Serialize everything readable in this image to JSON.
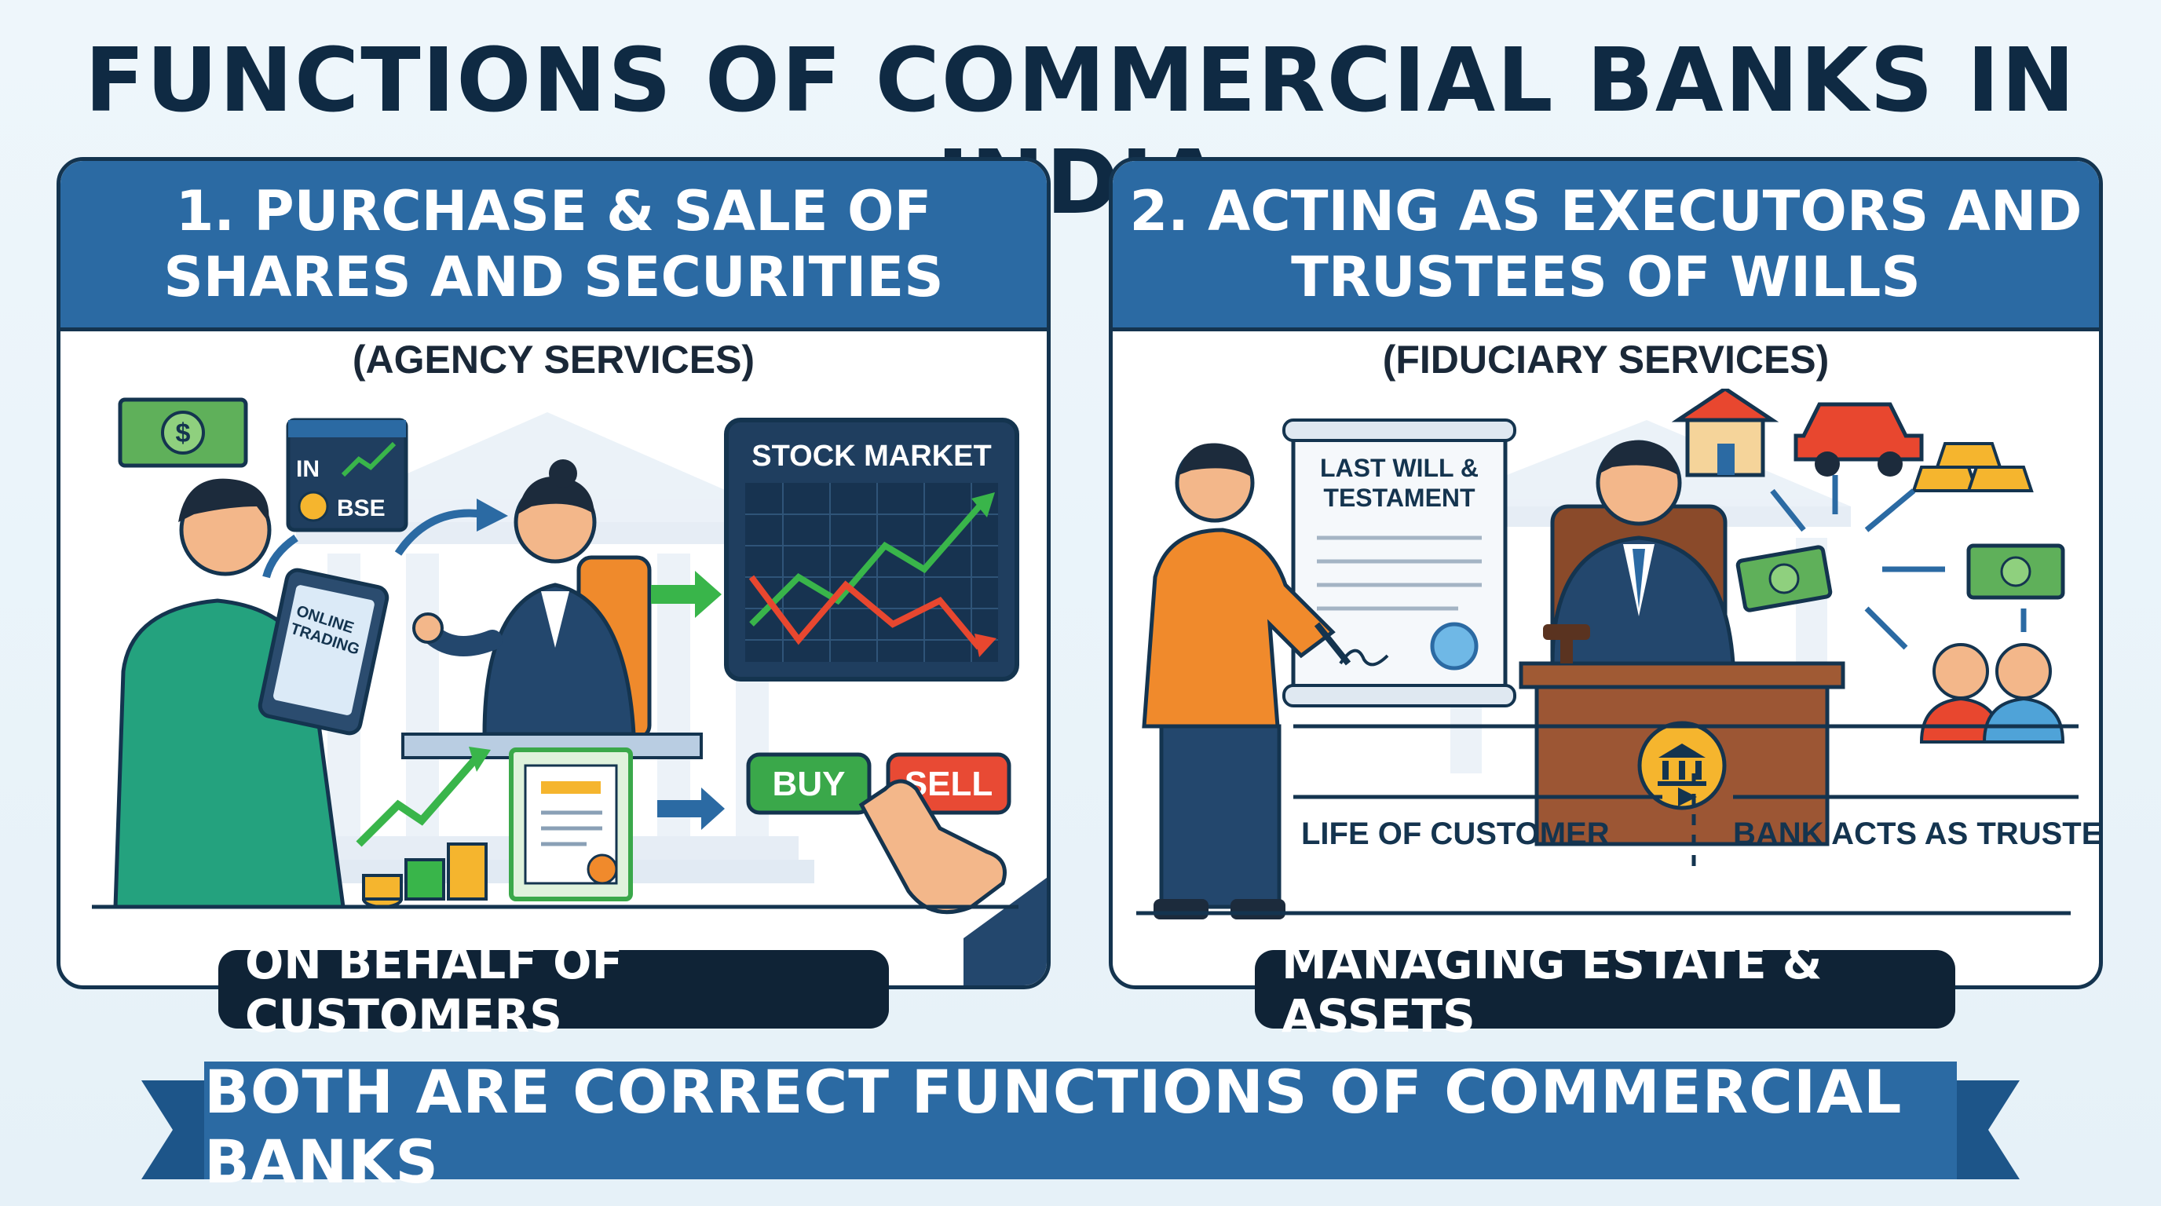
{
  "title": "FUNCTIONS OF COMMERCIAL BANKS IN INDIA",
  "left_panel": {
    "header_line1": "1. PURCHASE & SALE OF",
    "header_line2": "SHARES AND SECURITIES",
    "subtitle": "(AGENCY SERVICES)",
    "tablet_text1": "ONLINE",
    "tablet_text2": "TRADING",
    "exchange_text1": "IN",
    "exchange_text2": "BSE",
    "stock_market_label": "STOCK MARKET",
    "buy_label": "BUY",
    "sell_label": "SELL",
    "footer": "ON BEHALF OF CUSTOMERS"
  },
  "right_panel": {
    "header_line1": "2. ACTING AS EXECUTORS AND",
    "header_line2": "TRUSTEES OF WILLS",
    "subtitle": "(FIDUCIARY SERVICES)",
    "will_text1": "LAST WILL &",
    "will_text2": "TESTAMENT",
    "timeline_left": "LIFE OF CUSTOMER",
    "timeline_right": "BANK ACTS AS TRUSTEE",
    "footer": "MANAGING ESTATE & ASSETS"
  },
  "banner": "BOTH ARE CORRECT FUNCTIONS OF COMMERCIAL BANKS",
  "colors": {
    "navy": "#0f2336",
    "header_blue": "#2b6aa3",
    "green_up": "#39b54a",
    "red_down": "#e8472f",
    "buy_green": "#3aa84a",
    "sell_red": "#e84a34"
  }
}
